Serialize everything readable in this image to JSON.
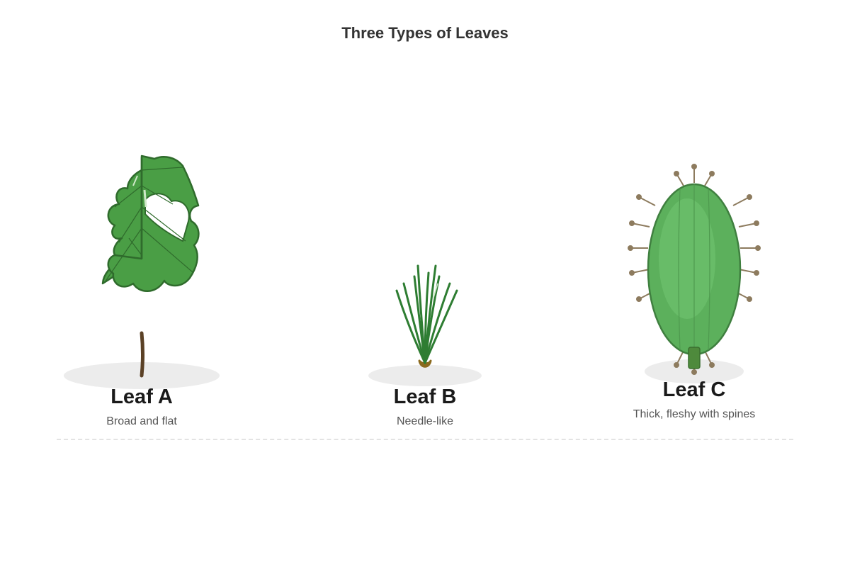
{
  "title": "Three Types of Leaves",
  "colors": {
    "leaf_green": "#4a9e45",
    "leaf_outline": "#2f6b2c",
    "needle_green": "#2e7d32",
    "succulent_green": "#5cb05c",
    "stem_brown": "#5b4126",
    "spine_brown": "#8d7b5e",
    "shadow": "#ececec"
  },
  "leaves": [
    {
      "name": "Leaf A",
      "description": "Broad and flat",
      "icon": "broad-leaf-icon"
    },
    {
      "name": "Leaf B",
      "description": "Needle-like",
      "icon": "needle-leaf-icon"
    },
    {
      "name": "Leaf C",
      "description": "Thick, fleshy with spines",
      "icon": "succulent-leaf-icon"
    }
  ]
}
